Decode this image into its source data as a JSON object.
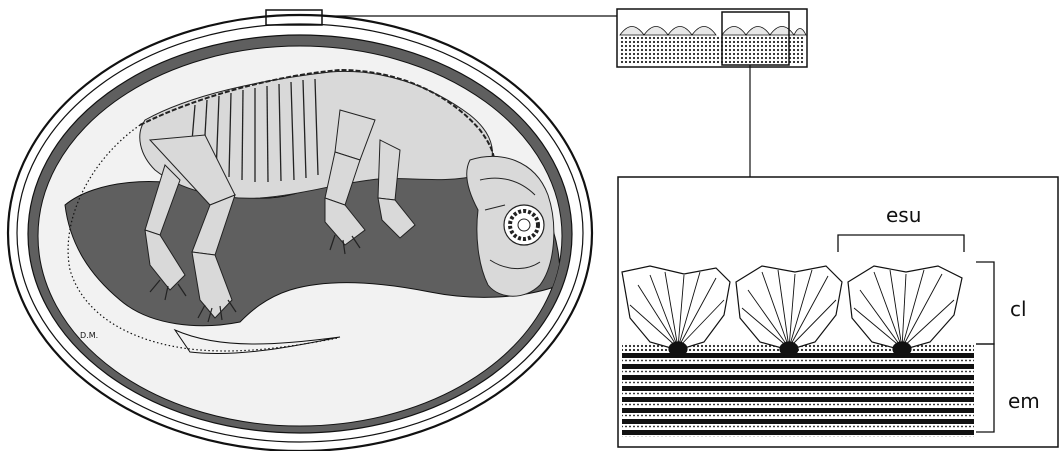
{
  "artist_signature": "D.M.",
  "labels": {
    "esu": "esu",
    "cl": "cl",
    "em": "em"
  },
  "colors": {
    "embryo_fill": "#d9d9d9",
    "dark_region": "#5f5f5f",
    "egg_fill": "#f2f2f2",
    "line": "#111111"
  }
}
